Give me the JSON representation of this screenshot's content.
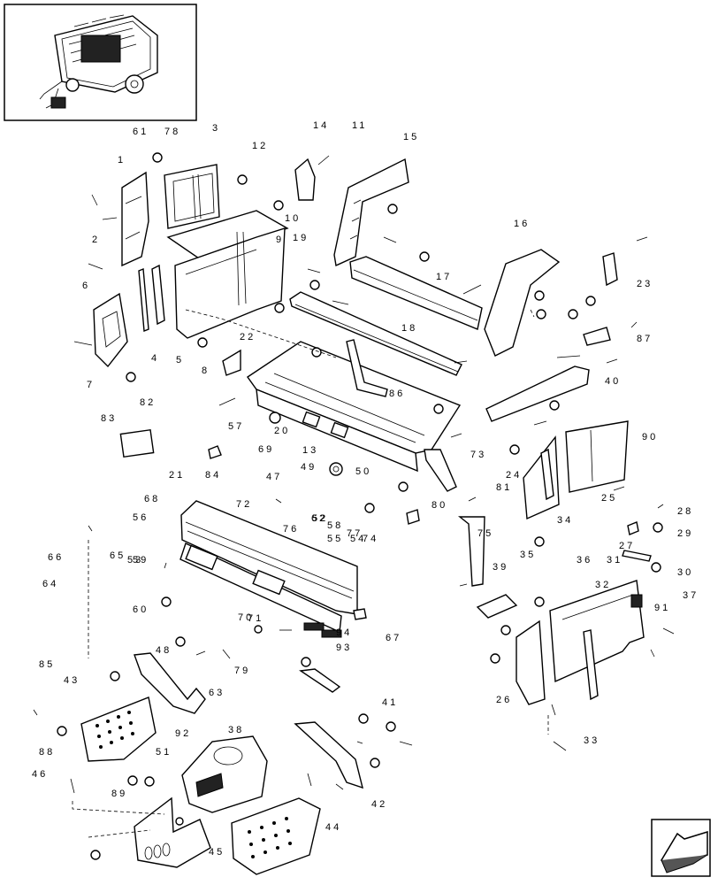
{
  "diagram": {
    "callouts": [
      "1",
      "2",
      "3",
      "4",
      "5",
      "6",
      "7",
      "8",
      "9",
      "10",
      "11",
      "12",
      "13",
      "14",
      "15",
      "16",
      "17",
      "18",
      "19",
      "20",
      "21",
      "22",
      "23",
      "24",
      "25",
      "26",
      "27",
      "28",
      "29",
      "30",
      "31",
      "32",
      "33",
      "34",
      "35",
      "36",
      "37",
      "38",
      "39",
      "40",
      "41",
      "42",
      "43",
      "44",
      "45",
      "46",
      "47",
      "48",
      "49",
      "50",
      "51",
      "52",
      "53",
      "54",
      "55",
      "56",
      "57",
      "58",
      "59",
      "60",
      "61",
      "62",
      "63",
      "64",
      "65",
      "66",
      "67",
      "68",
      "69",
      "70",
      "71",
      "72",
      "73",
      "74",
      "75",
      "76",
      "77",
      "78",
      "79",
      "80",
      "81",
      "82",
      "83",
      "84",
      "85",
      "86",
      "87",
      "88",
      "89",
      "90",
      "91",
      "92",
      "93",
      "94"
    ]
  }
}
